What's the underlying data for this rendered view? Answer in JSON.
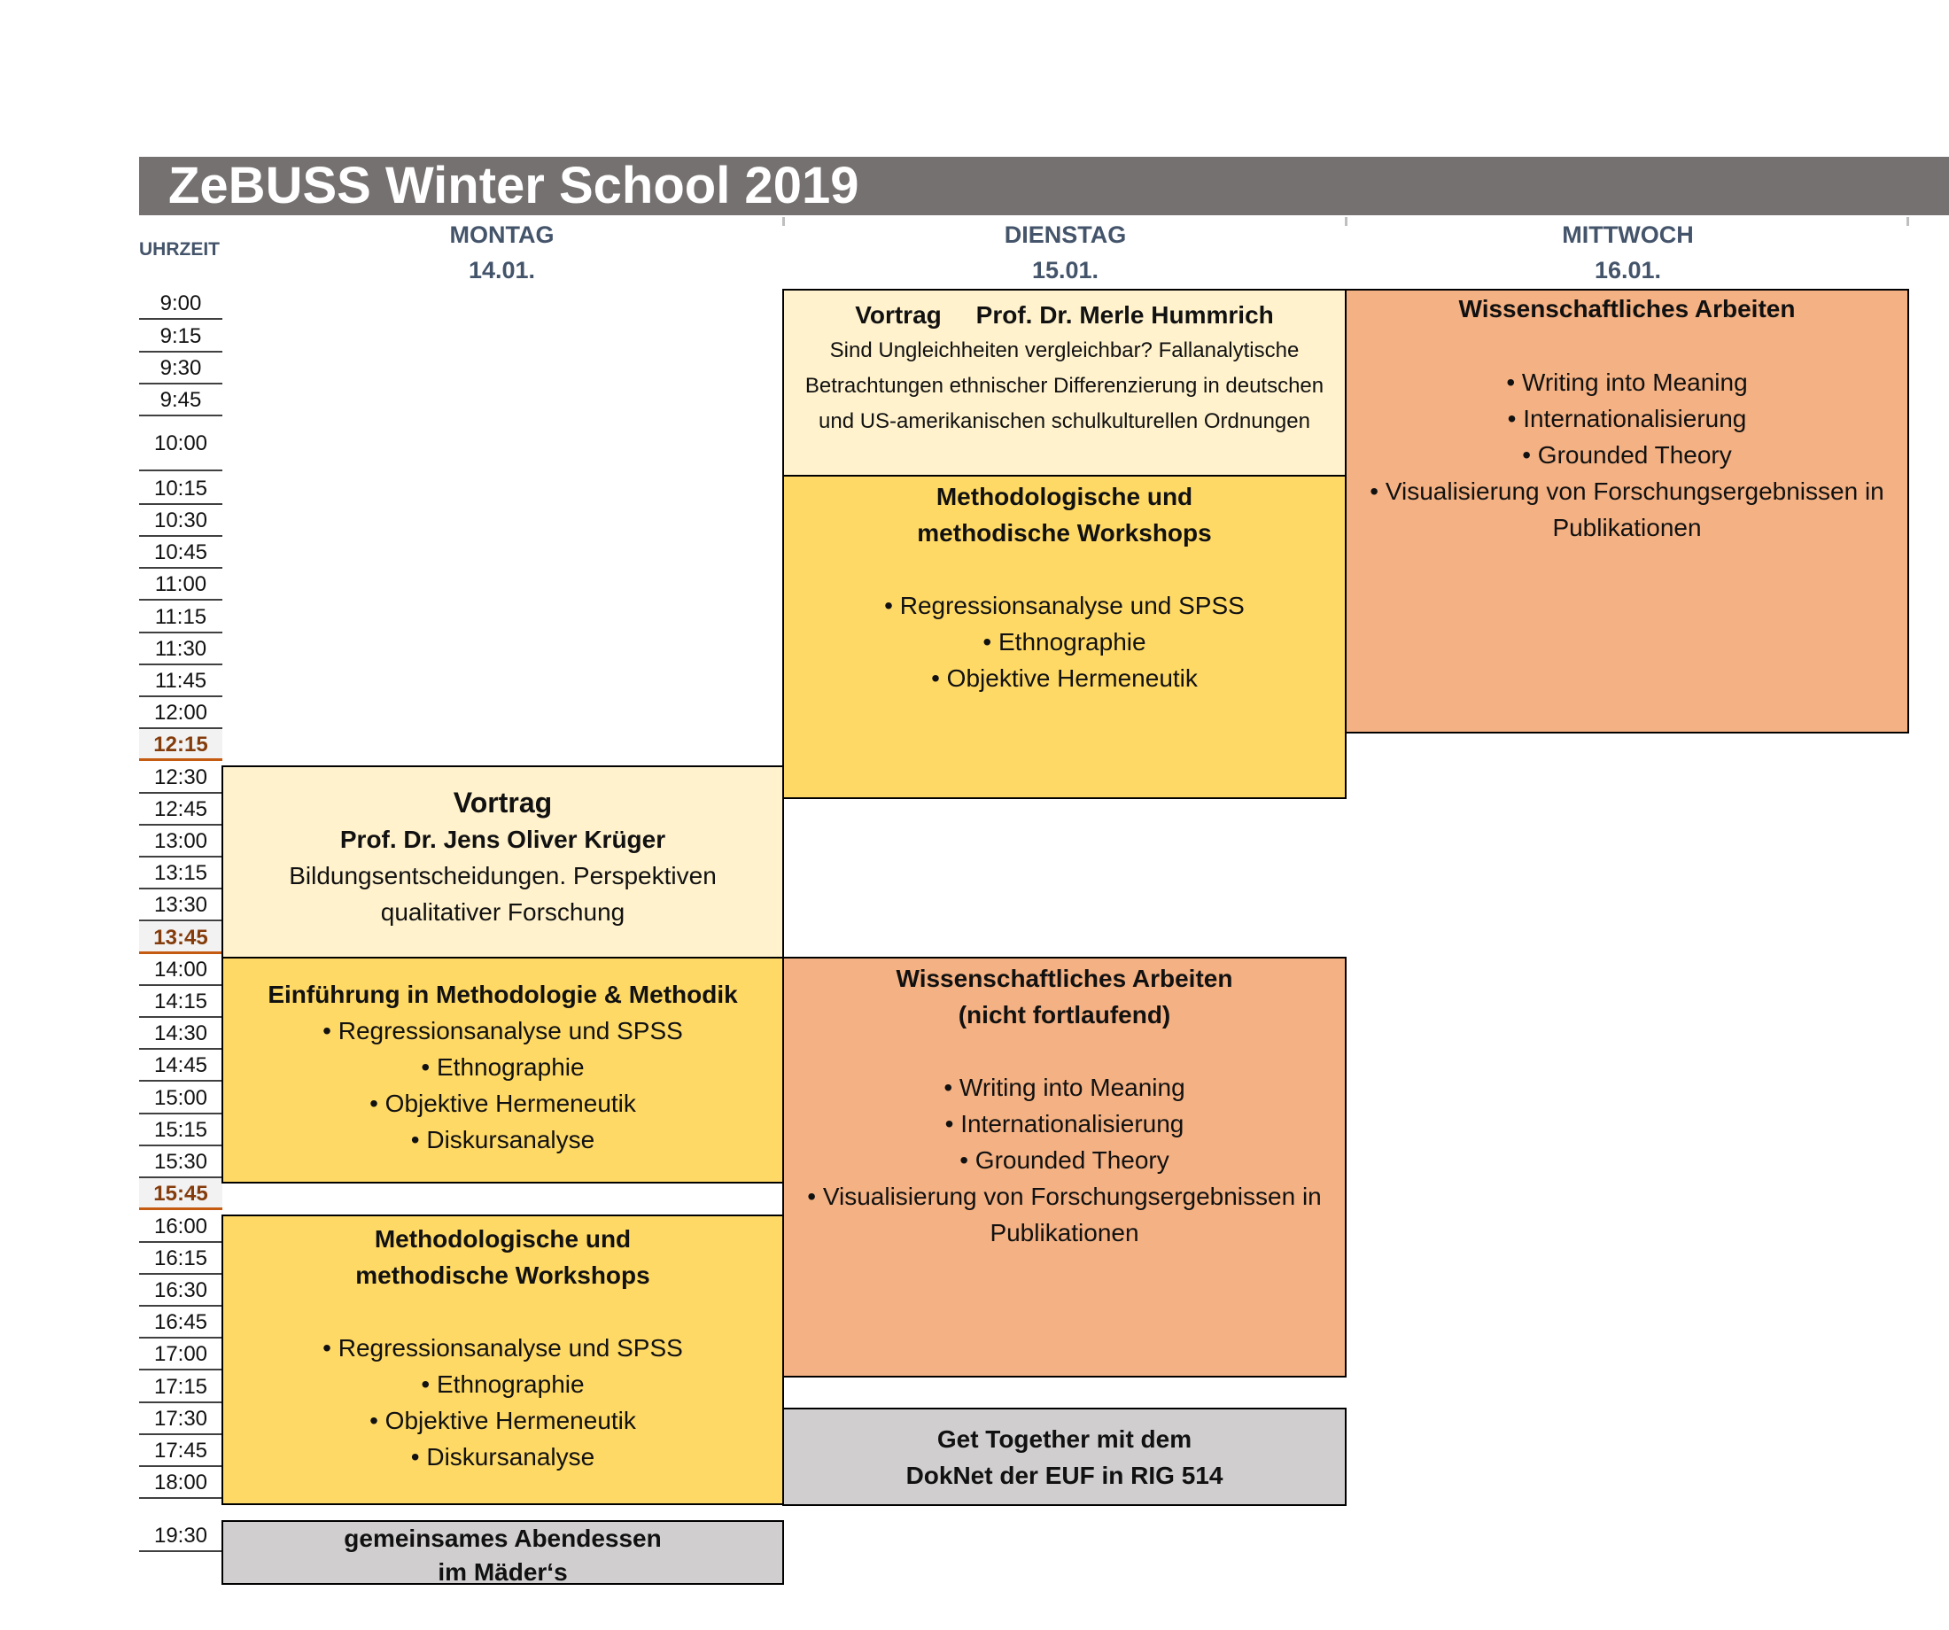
{
  "title": "ZeBUSS Winter School 2019",
  "header": {
    "uhrzeit": "UHRZEIT",
    "days": [
      {
        "name": "MONTAG",
        "date": "14.01."
      },
      {
        "name": "DIENSTAG",
        "date": "15.01."
      },
      {
        "name": "MITTWOCH",
        "date": "16.01."
      }
    ]
  },
  "times": [
    "9:00",
    "9:15",
    "9:30",
    "9:45",
    "10:00",
    "10:15",
    "10:30",
    "10:45",
    "11:00",
    "11:15",
    "11:30",
    "11:45",
    "12:00",
    "12:15",
    "12:30",
    "12:45",
    "13:00",
    "13:15",
    "13:30",
    "13:45",
    "14:00",
    "14:15",
    "14:30",
    "14:45",
    "15:00",
    "15:15",
    "15:30",
    "15:45",
    "16:00",
    "16:15",
    "16:30",
    "16:45",
    "17:00",
    "17:15",
    "17:30",
    "17:45",
    "18:00",
    "19:30"
  ],
  "highlighted_times": [
    "12:15",
    "13:45",
    "15:45"
  ],
  "colors": {
    "title_bar": "#767171",
    "cream": "#fff2cc",
    "yellow": "#ffd966",
    "orange": "#f4b183",
    "gray": "#d0cece",
    "highlight_time": "#843c0c"
  },
  "monday": {
    "vortrag": {
      "title": "Vortrag",
      "speaker": "Prof. Dr. Jens Oliver Krüger",
      "line1": "Bildungsentscheidungen. Perspektiven",
      "line2": "qualitativer Forschung"
    },
    "einfuehrung": {
      "title": "Einführung in Methodologie & Methodik",
      "items": [
        "• Regressionsanalyse und SPSS",
        "• Ethnographie",
        "• Objektive Hermeneutik",
        "• Diskursanalyse"
      ]
    },
    "workshops": {
      "title1": "Methodologische und",
      "title2": "methodische Workshops",
      "items": [
        "• Regressionsanalyse und SPSS",
        "• Ethnographie",
        "• Objektive Hermeneutik",
        "• Diskursanalyse"
      ]
    },
    "dinner": {
      "line1": "gemeinsames Abendessen",
      "line2": "im Mäder‘s"
    }
  },
  "tuesday": {
    "vortrag": {
      "label": "Vortrag",
      "speaker": "Prof. Dr. Merle Hummrich",
      "line1": "Sind Ungleichheiten vergleichbar? Fallanalytische",
      "line2": "Betrachtungen ethnischer Differenzierung in deutschen",
      "line3": "und US-amerikanischen schulkulturellen Ordnungen"
    },
    "workshops": {
      "title1": "Methodologische und",
      "title2": "methodische Workshops",
      "items": [
        "• Regressionsanalyse und SPSS",
        "• Ethnographie",
        "• Objektive Hermeneutik"
      ]
    },
    "wiss": {
      "title1": "Wissenschaftliches Arbeiten",
      "title2": "(nicht fortlaufend)",
      "items": [
        "• Writing into Meaning",
        "• Internationalisierung",
        "• Grounded Theory",
        "• Visualisierung von Forschungsergebnissen in",
        "Publikationen"
      ]
    },
    "gettogether": {
      "line1": "Get Together mit dem",
      "line2": "DokNet der EUF in RIG 514"
    }
  },
  "wednesday": {
    "wiss": {
      "title": "Wissenschaftliches Arbeiten",
      "items": [
        "• Writing into Meaning",
        "• Internationalisierung",
        "• Grounded Theory",
        "• Visualisierung von Forschungsergebnissen in",
        "Publikationen"
      ]
    }
  }
}
